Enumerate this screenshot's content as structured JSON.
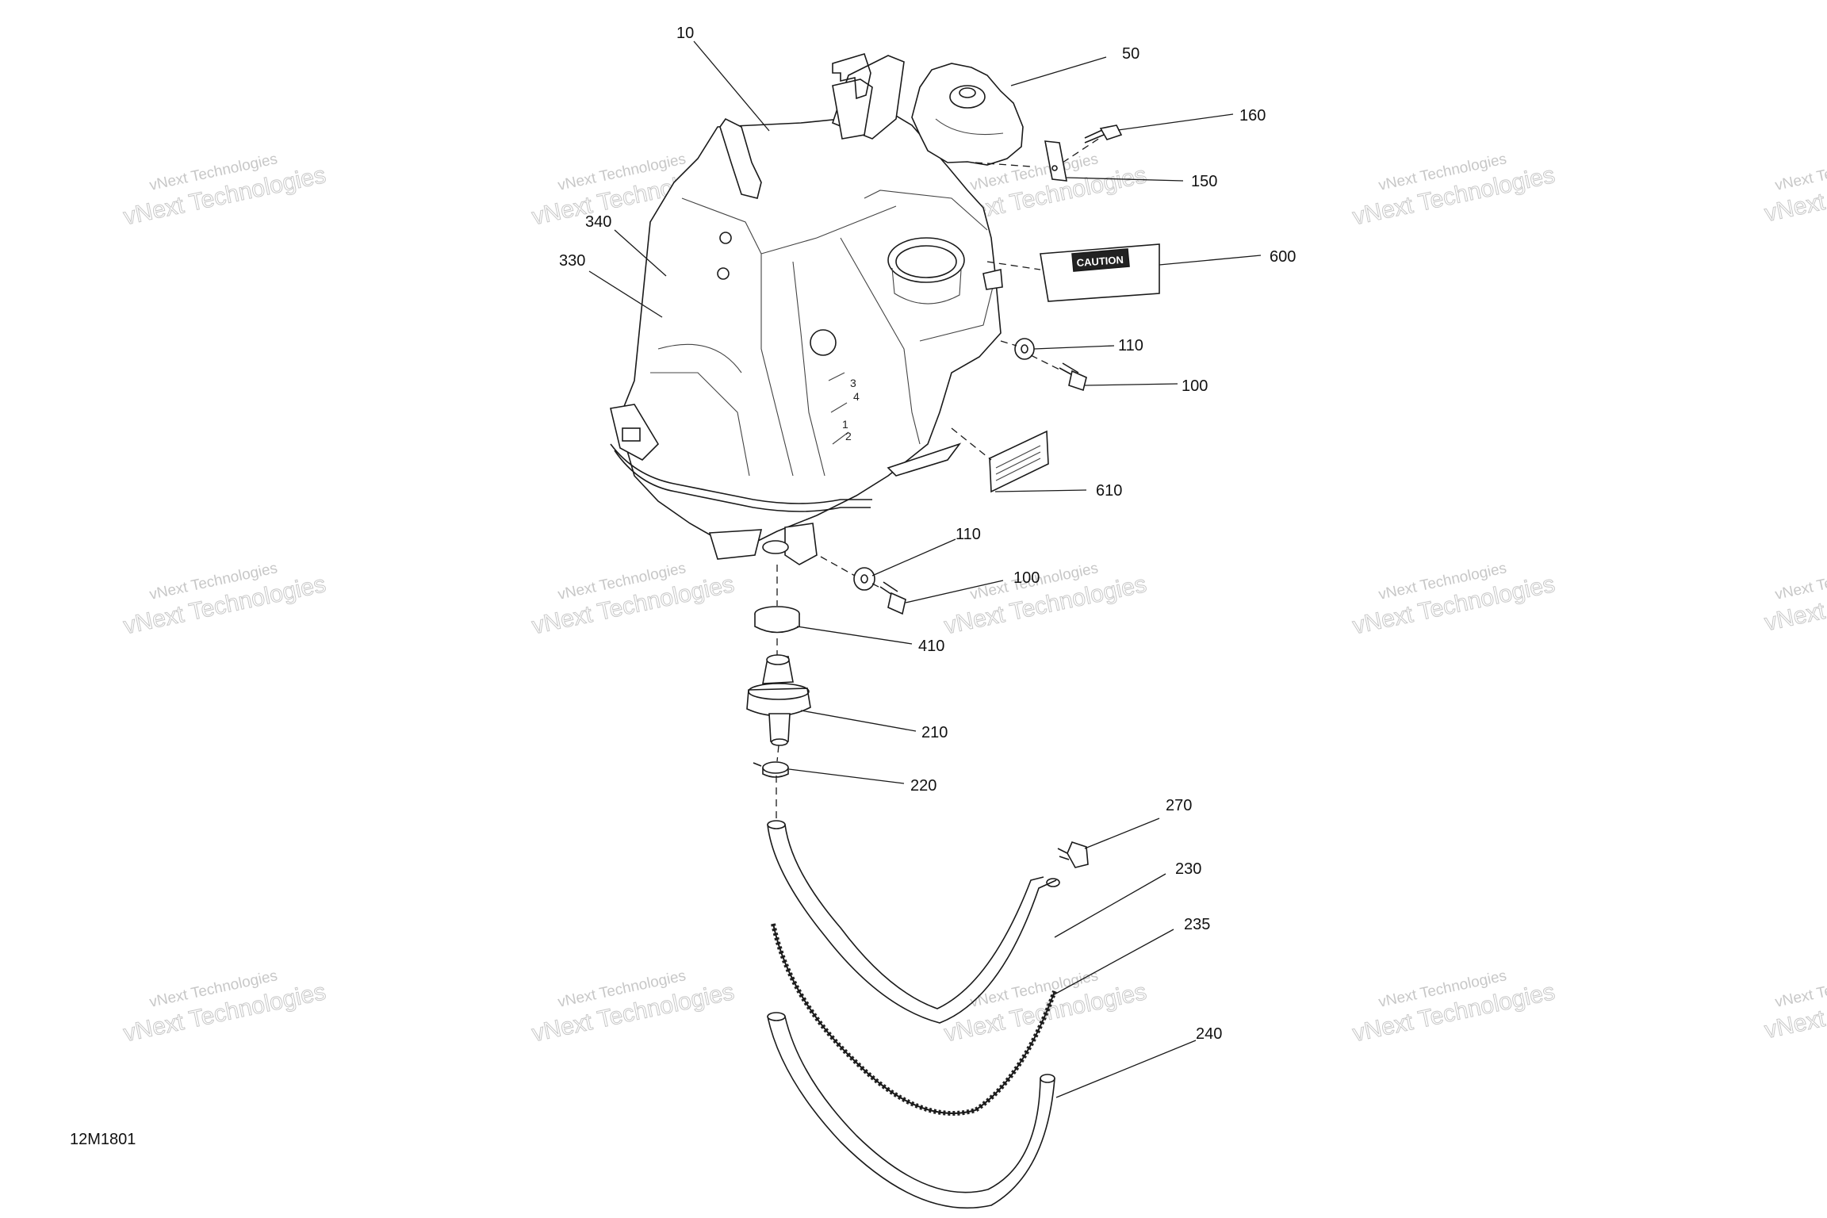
{
  "drawing_code": "12M1801",
  "watermark": "vNext Technologies",
  "caution_label": "CAUTION",
  "callouts": [
    {
      "id": "c10",
      "label": "10"
    },
    {
      "id": "c50",
      "label": "50"
    },
    {
      "id": "c160",
      "label": "160"
    },
    {
      "id": "c150",
      "label": "150"
    },
    {
      "id": "c600",
      "label": "600"
    },
    {
      "id": "c340",
      "label": "340"
    },
    {
      "id": "c330",
      "label": "330"
    },
    {
      "id": "c110a",
      "label": "110"
    },
    {
      "id": "c100a",
      "label": "100"
    },
    {
      "id": "c610",
      "label": "610"
    },
    {
      "id": "c110b",
      "label": "110"
    },
    {
      "id": "c100b",
      "label": "100"
    },
    {
      "id": "c410",
      "label": "410"
    },
    {
      "id": "c210",
      "label": "210"
    },
    {
      "id": "c220",
      "label": "220"
    },
    {
      "id": "c270",
      "label": "270"
    },
    {
      "id": "c230",
      "label": "230"
    },
    {
      "id": "c235",
      "label": "235"
    },
    {
      "id": "c240",
      "label": "240"
    }
  ]
}
